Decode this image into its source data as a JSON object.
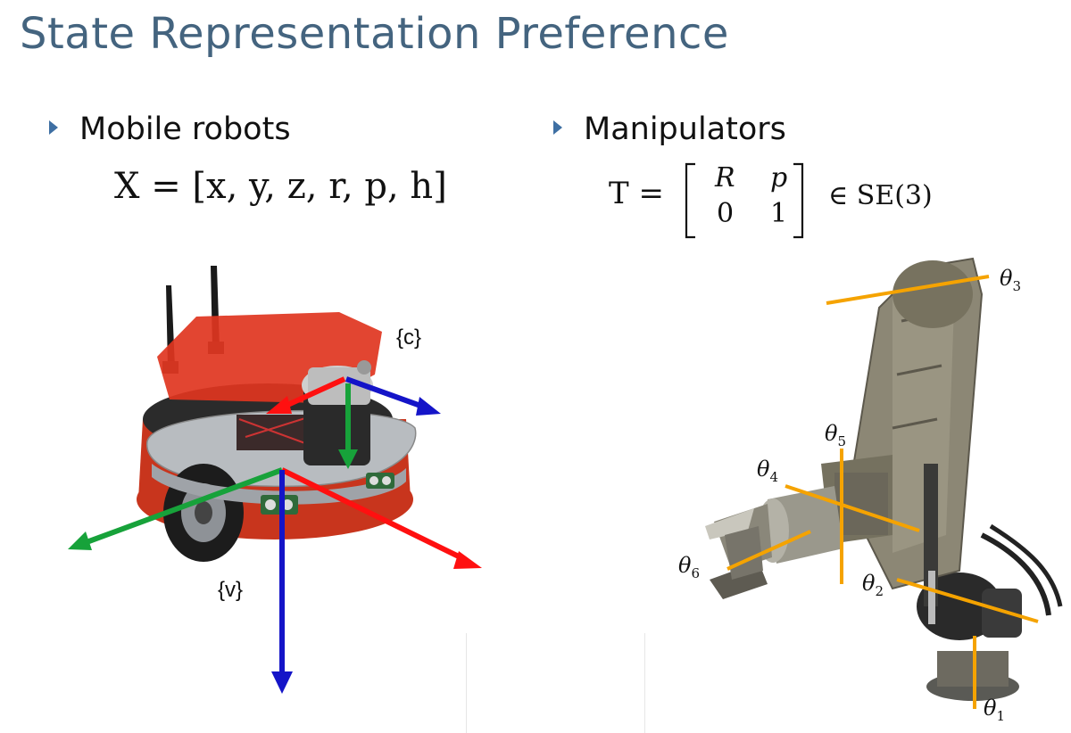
{
  "slide": {
    "title": "State Representation Preference",
    "left": {
      "bullet": "Mobile robots",
      "formula": "X = [x, y, z, r, p, h]",
      "frame_c": "{c}",
      "frame_v": "{v}"
    },
    "right": {
      "bullet": "Manipulators",
      "formula_lhs": "T =",
      "matrix": [
        "R",
        "p",
        "0",
        "1"
      ],
      "formula_rhs": "∈ SE(3)",
      "joints": [
        {
          "symbol": "θ",
          "index": "3"
        },
        {
          "symbol": "θ",
          "index": "5"
        },
        {
          "symbol": "θ",
          "index": "4"
        },
        {
          "symbol": "θ",
          "index": "6"
        },
        {
          "symbol": "θ",
          "index": "2"
        },
        {
          "symbol": "θ",
          "index": "1"
        }
      ]
    }
  },
  "colors": {
    "title": "#44647f",
    "bullet_arrow": "#3e6fa3",
    "axis_red": "#ff1010",
    "axis_green": "#17a23a",
    "axis_blue": "#1414c8",
    "joint_line": "#f5a300"
  }
}
